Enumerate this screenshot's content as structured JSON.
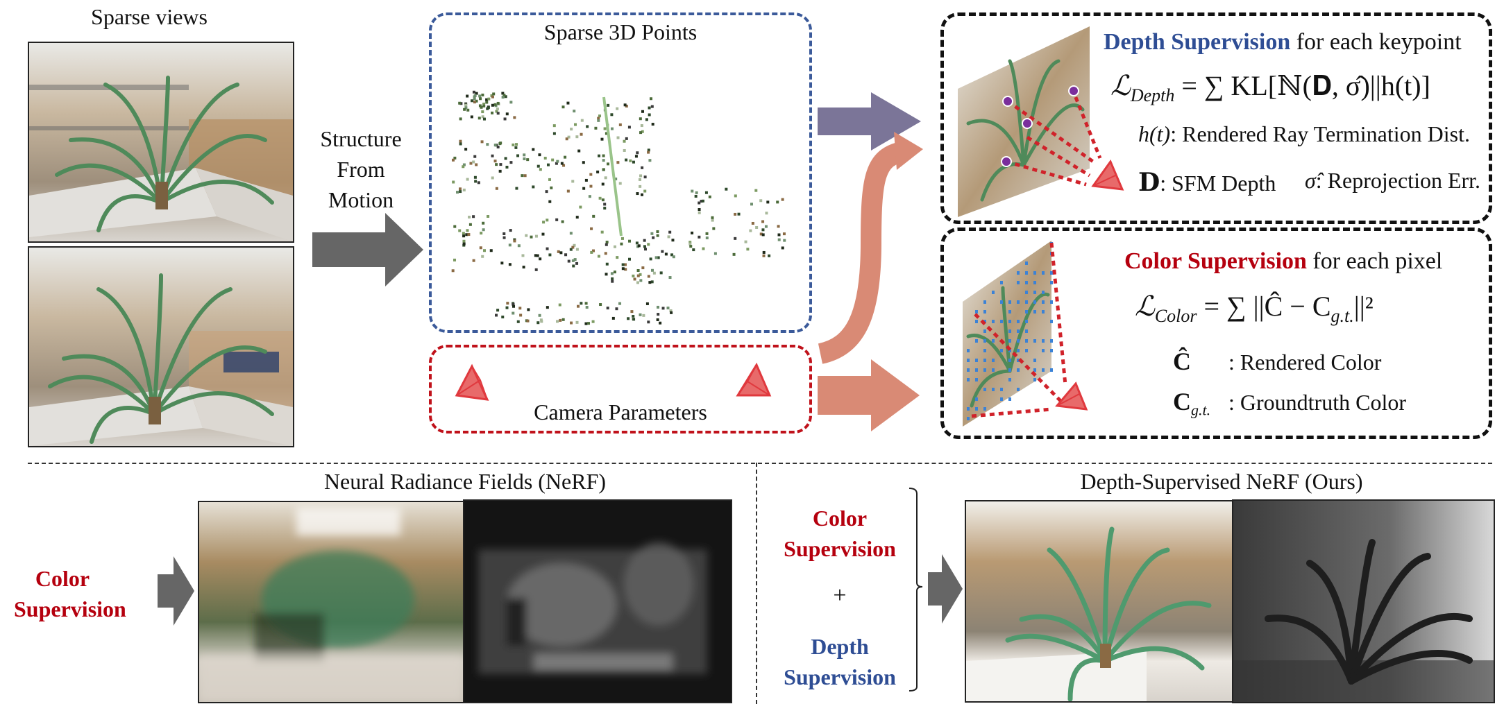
{
  "figure": {
    "top": {
      "sparse_views": {
        "title": "Sparse views",
        "images": [
          "sparse-view-1",
          "sparse-view-2"
        ]
      },
      "sfm": {
        "label_lines": [
          "Structure",
          "From",
          "Motion"
        ],
        "arrow_color": "#666666"
      },
      "sparse_points": {
        "title": "Sparse 3D Points",
        "border_color": "#3b5a9a"
      },
      "camera_params": {
        "title": "Camera Parameters",
        "border_color": "#c0121b",
        "camera_color": "#e0393e"
      },
      "arrows": {
        "depth_arrow_color": "#7b7598",
        "color_arrow_color": "#d98a75"
      },
      "depth_box": {
        "heading_colored": "Depth Supervision",
        "heading_rest": " for each keypoint",
        "formula_lhs": "ℒ",
        "formula_sub": "Depth",
        "formula_rhs": " = ∑ KL[ℕ(𝐃, σ̂)||h(t)]",
        "notes": [
          {
            "symbol": "h(t)",
            "text": ": Rendered Ray Termination Dist."
          },
          {
            "symbol": "𝐃",
            "text": ": SFM Depth"
          },
          {
            "symbol": "σ̂",
            "text": ": Reprojection Err."
          }
        ],
        "keypoint_color": "#7a2e9c",
        "ray_color": "#d0222a"
      },
      "color_box": {
        "heading_colored": "Color Supervision",
        "heading_rest": " for each pixel",
        "formula_lhs": "ℒ",
        "formula_sub": "Color",
        "formula_rhs": " = ∑ ||Ĉ − C",
        "formula_sub2": "g.t.",
        "formula_tail": "||²",
        "notes": [
          {
            "symbol": "Ĉ",
            "text": ": Rendered Color"
          },
          {
            "symbol": "C",
            "sub": "g.t.",
            "text": ": Groundtruth Color"
          }
        ],
        "pixel_color": "#3b82d6",
        "ray_color": "#d0222a"
      }
    },
    "bottom": {
      "nerf": {
        "title": "Neural Radiance Fields (NeRF)",
        "input_label_lines": [
          "Color",
          "Supervision"
        ],
        "outputs": [
          "rgb-render",
          "depth-map"
        ]
      },
      "ds_nerf": {
        "title": "Depth-Supervised NeRF (Ours)",
        "input_color_lines": [
          "Color",
          "Supervision"
        ],
        "plus": "+",
        "input_depth_lines": [
          "Depth",
          "Supervision"
        ],
        "outputs": [
          "rgb-render",
          "depth-map"
        ]
      }
    },
    "colors": {
      "red_text": "#b5000e",
      "blue_text": "#2e4d94"
    }
  }
}
